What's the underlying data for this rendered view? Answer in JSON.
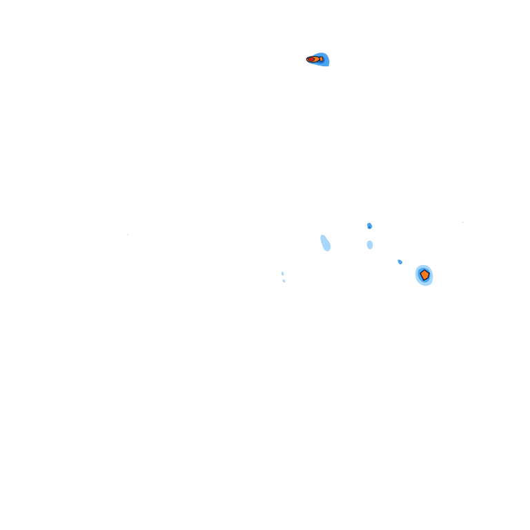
{
  "map": {
    "type": "radar-precipitation-overlay",
    "background_color": "#ffffff",
    "legend_colors": {
      "light": "#a7d8fb",
      "moderate": "#4aa6f2",
      "heavy": "#1f6fd6",
      "intense": "#ff7a1a",
      "extreme": "#d6201a",
      "outline": "#0a1c3a"
    },
    "cells": [
      {
        "id": "north-cell",
        "intensity": "extreme"
      },
      {
        "id": "east-cell",
        "intensity": "intense"
      },
      {
        "id": "center-cell-a",
        "intensity": "light"
      },
      {
        "id": "center-cell-b",
        "intensity": "moderate"
      },
      {
        "id": "center-cell-c",
        "intensity": "light"
      },
      {
        "id": "small-cell-d",
        "intensity": "moderate"
      },
      {
        "id": "small-cell-west",
        "intensity": "light"
      }
    ]
  }
}
